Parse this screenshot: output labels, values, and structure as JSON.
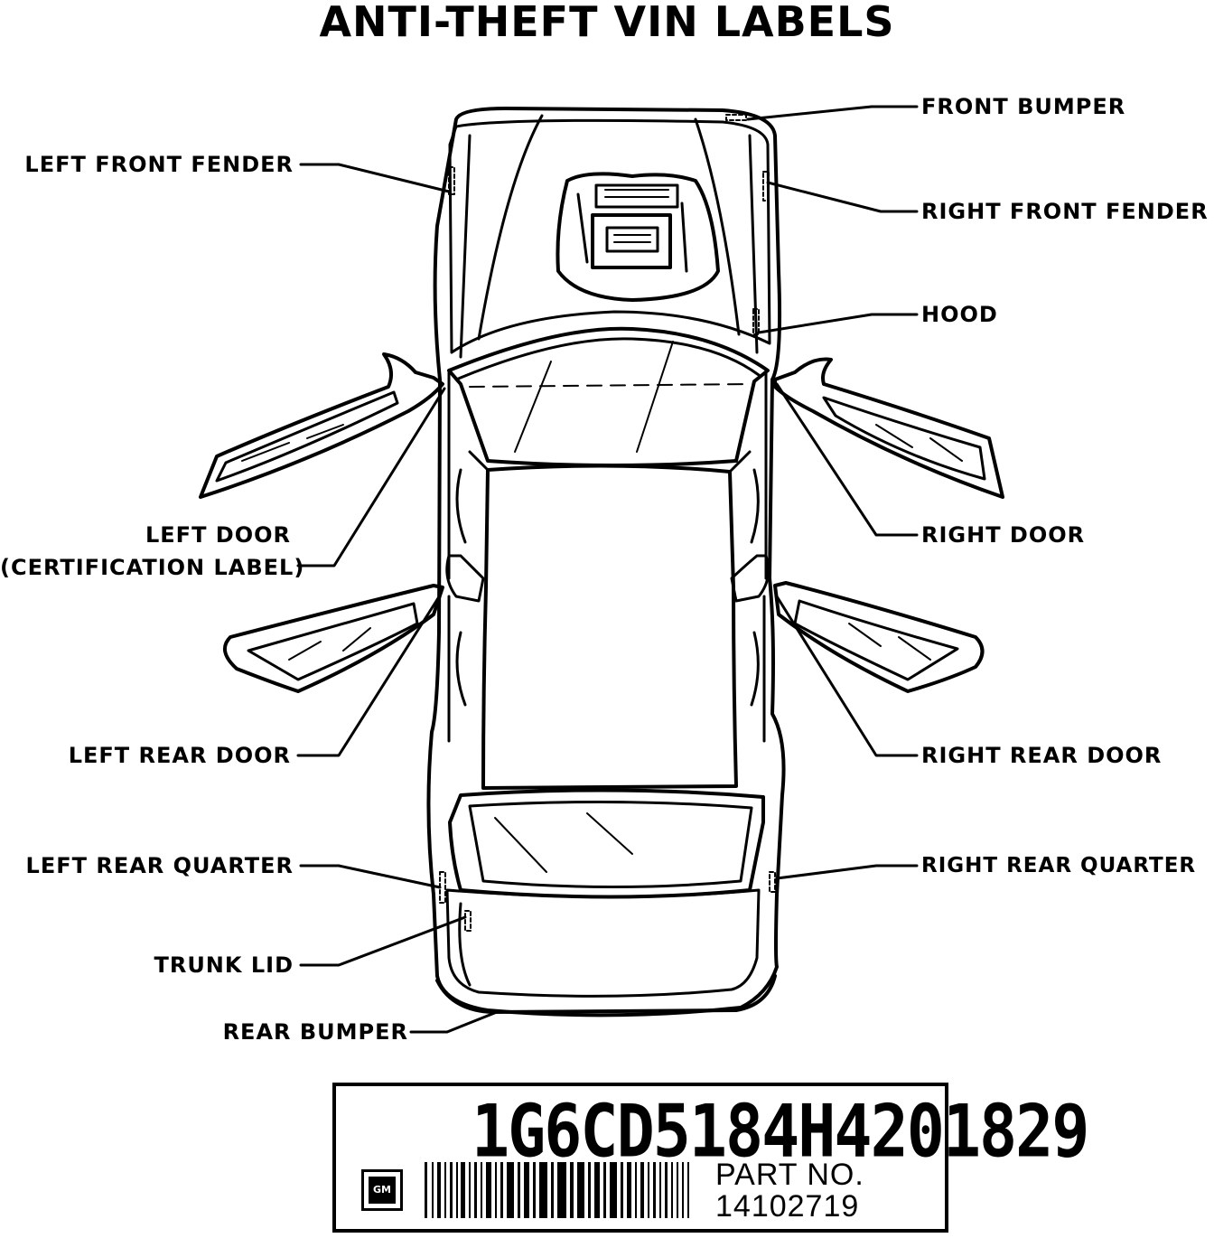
{
  "title": "ANTI-THEFT VIN LABELS",
  "labels": {
    "front_bumper": "FRONT BUMPER",
    "left_front_fender": "LEFT FRONT FENDER",
    "right_front_fender": "RIGHT FRONT FENDER",
    "hood": "HOOD",
    "left_door_line1": "LEFT DOOR",
    "left_door_line2": "(CERTIFICATION LABEL)",
    "right_door": "RIGHT DOOR",
    "left_rear_door": "LEFT REAR DOOR",
    "right_rear_door": "RIGHT REAR DOOR",
    "left_rear_quarter": "LEFT REAR QUARTER",
    "right_rear_quarter": "RIGHT REAR QUARTER",
    "trunk_lid": "TRUNK LID",
    "rear_bumper": "REAR BUMPER"
  },
  "vin_label": {
    "vin": "1G6CD5184H4201829",
    "logo_text": "GM",
    "part_label": "PART NO.",
    "part_number": "14102719"
  }
}
